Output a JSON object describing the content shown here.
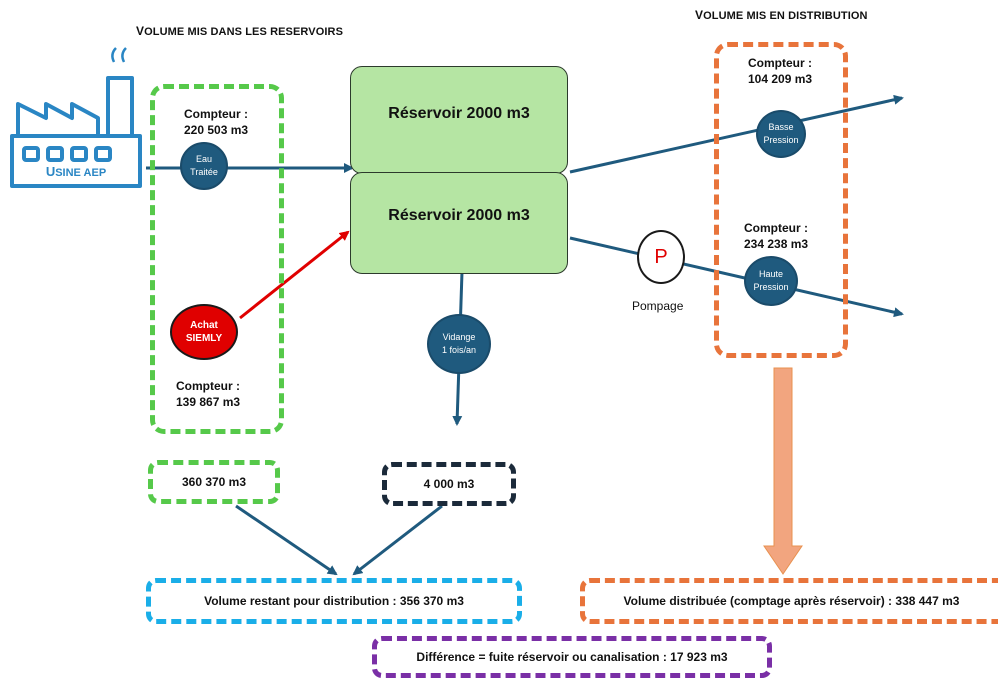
{
  "headers": {
    "reservoirs_in_first": "V",
    "reservoirs_in_rest": "OLUME MIS DANS LES RESERVOIRS",
    "distribution_first": "V",
    "distribution_rest": "OLUME MIS EN DISTRIBUTION"
  },
  "factory": {
    "label_first": "U",
    "label_rest": "SINE AEP"
  },
  "inputs": {
    "compteur1_title": "Compteur :",
    "compteur1_value": "220 503 m3",
    "eau_traitee_line1": "Eau",
    "eau_traitee_line2": "Traitée",
    "achat_line1": "Achat",
    "achat_line2": "SIEMLY",
    "compteur2_title": "Compteur :",
    "compteur2_value": "139 867 m3"
  },
  "reservoirs": {
    "top": "Réservoir 2000 m3",
    "bottom": "Réservoir 2000 m3"
  },
  "vidange": {
    "line1": "Vidange",
    "line2": "1 fois/an"
  },
  "pompage": {
    "symbol": "P",
    "label": "Pompage"
  },
  "outputs": {
    "compteur_bp_title": "Compteur :",
    "compteur_bp_value": "104 209 m3",
    "basse_line1": "Basse",
    "basse_line2": "Pression",
    "compteur_hp_title": "Compteur :",
    "compteur_hp_value": "234 238 m3",
    "haute_line1": "Haute",
    "haute_line2": "Pression"
  },
  "totals": {
    "input_total": "360 370 m3",
    "vidange_total": "4 000 m3",
    "remaining": "Volume restant pour distribution : 356 370 m3",
    "distributed": "Volume distribuée (comptage après réservoir) : 338 447 m3",
    "difference": "Différence = fuite réservoir ou canalisation : 17 923 m3"
  },
  "colors": {
    "green_dash": "#56c94a",
    "orange_dash": "#e8743b",
    "navy_dash": "#1b2a3a",
    "blue_dash": "#1aaee8",
    "purple_dash": "#7a2fa6",
    "circle_blue": "#1f5a7e",
    "arrow_blue": "#1f5a7e",
    "red": "#e00000",
    "reservoir_green": "#b5e5a3",
    "salmon_arrow": "#f2a57f",
    "factory_blue": "#2a86c4"
  }
}
